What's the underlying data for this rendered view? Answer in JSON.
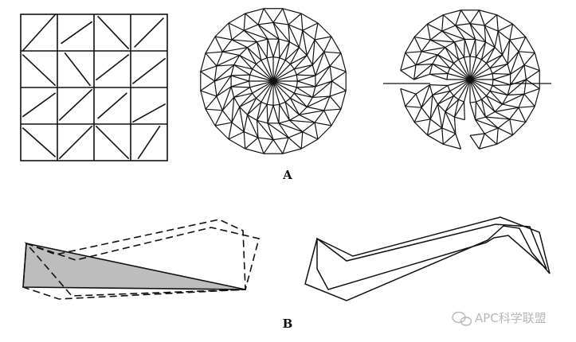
{
  "panels": [
    {
      "label": "A",
      "shapes": [
        "square-tiling",
        "dodecagon-triangulation",
        "spiral-triangulation"
      ]
    },
    {
      "label": "B",
      "shapes": [
        "dashed-polygon-with-shaded-triangle",
        "zigzag-polygon"
      ]
    }
  ],
  "watermark": {
    "text": "APC科学联盟"
  },
  "colors": {
    "stroke": "#111111",
    "shade": "#bdbdbd",
    "watermark": "#b8b8b8"
  }
}
